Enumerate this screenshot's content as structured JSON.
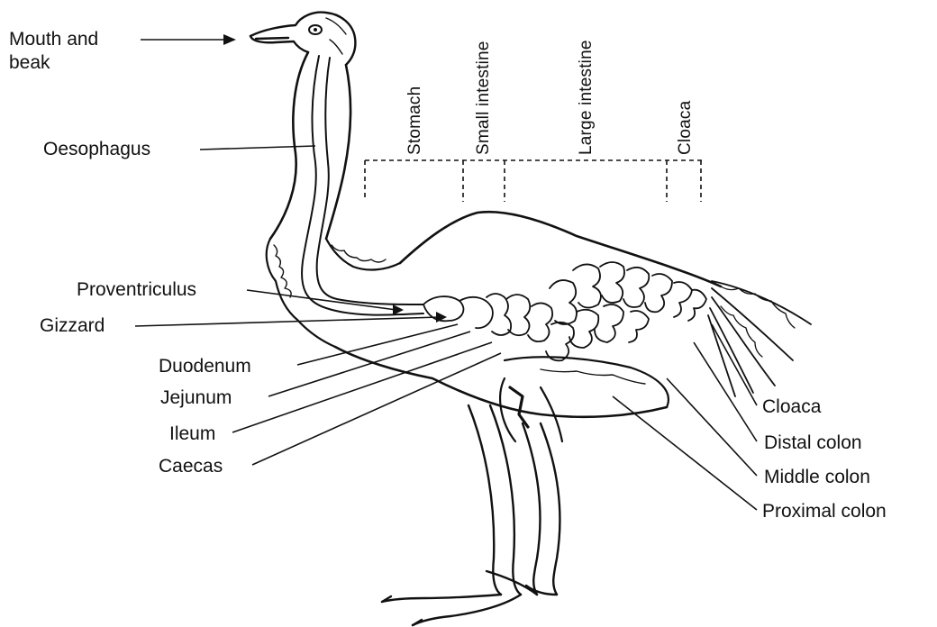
{
  "labels_left": {
    "mouth": "Mouth and",
    "mouth2": "beak",
    "oesophagus": "Oesophagus",
    "proventriculus": "Proventriculus",
    "gizzard": "Gizzard",
    "duodenum": "Duodenum",
    "jejunum": "Jejunum",
    "ileum": "Ileum",
    "caecas": "Caecas"
  },
  "labels_right": {
    "cloaca": "Cloaca",
    "distal": "Distal colon",
    "middle": "Middle colon",
    "proximal": "Proximal colon"
  },
  "segments": {
    "stomach": "Stomach",
    "small": "Small intestine",
    "large": "Large intestine",
    "cloaca": "Cloaca"
  },
  "colors": {
    "ink": "#111111",
    "paper": "#ffffff"
  }
}
